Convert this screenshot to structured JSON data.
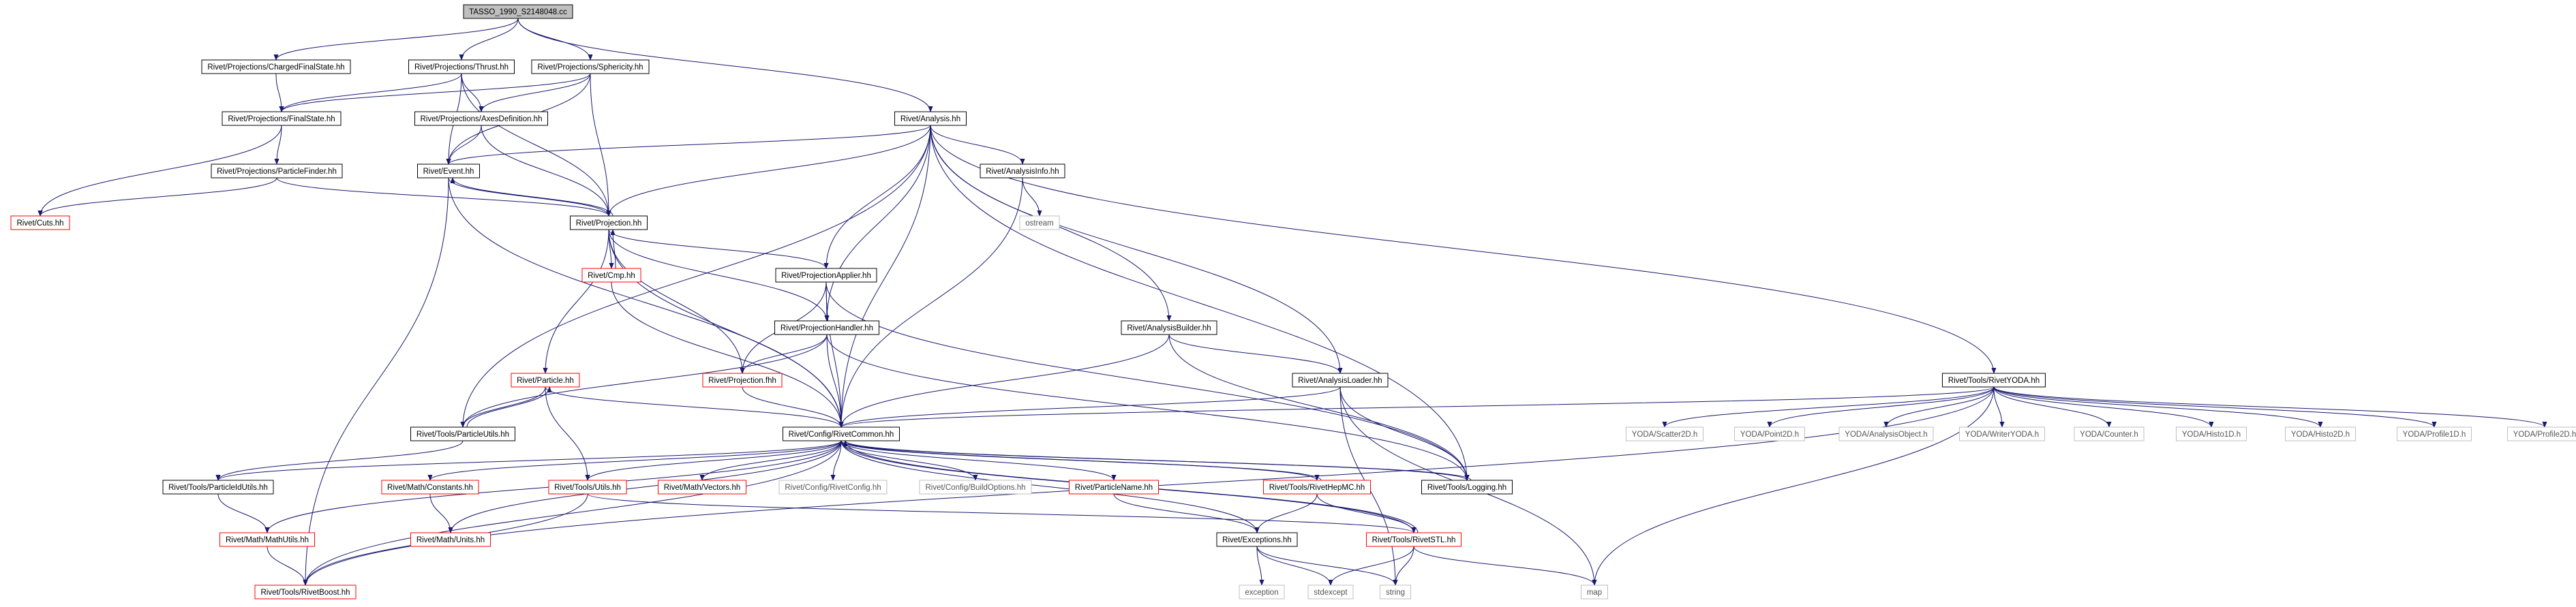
{
  "diagram": {
    "title": "TASSO_1990_S2148048.cc",
    "colors": {
      "edge": "#191970",
      "root_fill": "#bfbfbf",
      "node_border": "#000000",
      "incomplete_border": "#ff0000",
      "system_border": "#bfbfbf",
      "text": "#000000",
      "system_text": "#555555"
    },
    "nodes": [
      {
        "id": "root",
        "label": "TASSO_1990_S2148048.cc",
        "style": "root"
      },
      {
        "id": "cfs",
        "label": "Rivet/Projections/ChargedFinalState.hh",
        "style": "normal"
      },
      {
        "id": "thrust",
        "label": "Rivet/Projections/Thrust.hh",
        "style": "normal"
      },
      {
        "id": "sph",
        "label": "Rivet/Projections/Sphericity.hh",
        "style": "normal"
      },
      {
        "id": "analysis",
        "label": "Rivet/Analysis.hh",
        "style": "normal"
      },
      {
        "id": "fs",
        "label": "Rivet/Projections/FinalState.hh",
        "style": "normal"
      },
      {
        "id": "axes",
        "label": "Rivet/Projections/AxesDefinition.hh",
        "style": "normal"
      },
      {
        "id": "pf",
        "label": "Rivet/Projections/ParticleFinder.hh",
        "style": "normal"
      },
      {
        "id": "event",
        "label": "Rivet/Event.hh",
        "style": "normal"
      },
      {
        "id": "ainfo",
        "label": "Rivet/AnalysisInfo.hh",
        "style": "normal"
      },
      {
        "id": "ostream",
        "label": "ostream",
        "style": "system"
      },
      {
        "id": "cuts",
        "label": "Rivet/Cuts.hh",
        "style": "incomplete"
      },
      {
        "id": "proj",
        "label": "Rivet/Projection.hh",
        "style": "normal"
      },
      {
        "id": "cmp",
        "label": "Rivet/Cmp.hh",
        "style": "incomplete"
      },
      {
        "id": "papp",
        "label": "Rivet/ProjectionApplier.hh",
        "style": "normal"
      },
      {
        "id": "abuild",
        "label": "Rivet/AnalysisBuilder.hh",
        "style": "normal"
      },
      {
        "id": "ryoda",
        "label": "Rivet/Tools/RivetYODA.hh",
        "style": "normal"
      },
      {
        "id": "phand",
        "label": "Rivet/ProjectionHandler.hh",
        "style": "normal"
      },
      {
        "id": "particle",
        "label": "Rivet/Particle.hh",
        "style": "incomplete"
      },
      {
        "id": "pfhh",
        "label": "Rivet/Projection.fhh",
        "style": "incomplete"
      },
      {
        "id": "aloader",
        "label": "Rivet/AnalysisLoader.hh",
        "style": "normal"
      },
      {
        "id": "putils",
        "label": "Rivet/Tools/ParticleUtils.hh",
        "style": "normal"
      },
      {
        "id": "rcommon",
        "label": "Rivet/Config/RivetCommon.hh",
        "style": "normal"
      },
      {
        "id": "scatter2d",
        "label": "YODA/Scatter2D.h",
        "style": "system"
      },
      {
        "id": "point2d",
        "label": "YODA/Point2D.h",
        "style": "system"
      },
      {
        "id": "aobj",
        "label": "YODA/AnalysisObject.h",
        "style": "system"
      },
      {
        "id": "wyoda",
        "label": "YODA/WriterYODA.h",
        "style": "system"
      },
      {
        "id": "counter",
        "label": "YODA/Counter.h",
        "style": "system"
      },
      {
        "id": "histo1d",
        "label": "YODA/Histo1D.h",
        "style": "system"
      },
      {
        "id": "histo2d",
        "label": "YODA/Histo2D.h",
        "style": "system"
      },
      {
        "id": "prof1d",
        "label": "YODA/Profile1D.h",
        "style": "system"
      },
      {
        "id": "prof2d",
        "label": "YODA/Profile2D.h",
        "style": "system"
      },
      {
        "id": "pidutils",
        "label": "Rivet/Tools/ParticleIdUtils.hh",
        "style": "normal"
      },
      {
        "id": "mconst",
        "label": "Rivet/Math/Constants.hh",
        "style": "incomplete"
      },
      {
        "id": "tutils",
        "label": "Rivet/Tools/Utils.hh",
        "style": "incomplete"
      },
      {
        "id": "mvec",
        "label": "Rivet/Math/Vectors.hh",
        "style": "incomplete"
      },
      {
        "id": "rconfig",
        "label": "Rivet/Config/RivetConfig.hh",
        "style": "system"
      },
      {
        "id": "bopts",
        "label": "Rivet/Config/BuildOptions.hh",
        "style": "system"
      },
      {
        "id": "pname",
        "label": "Rivet/ParticleName.hh",
        "style": "incomplete"
      },
      {
        "id": "hepmc",
        "label": "Rivet/Tools/RivetHepMC.hh",
        "style": "incomplete"
      },
      {
        "id": "logging",
        "label": "Rivet/Tools/Logging.hh",
        "style": "normal"
      },
      {
        "id": "mutils",
        "label": "Rivet/Math/MathUtils.hh",
        "style": "incomplete"
      },
      {
        "id": "munits",
        "label": "Rivet/Math/Units.hh",
        "style": "incomplete"
      },
      {
        "id": "except",
        "label": "Rivet/Exceptions.hh",
        "style": "normal"
      },
      {
        "id": "rstl",
        "label": "Rivet/Tools/RivetSTL.hh",
        "style": "incomplete"
      },
      {
        "id": "map",
        "label": "map",
        "style": "system"
      },
      {
        "id": "boost",
        "label": "Rivet/Tools/RivetBoost.hh",
        "style": "incomplete"
      },
      {
        "id": "exception",
        "label": "exception",
        "style": "system"
      },
      {
        "id": "stdexcept",
        "label": "stdexcept",
        "style": "system"
      },
      {
        "id": "string",
        "label": "string",
        "style": "system"
      }
    ],
    "edges": [
      [
        "root",
        "cfs"
      ],
      [
        "root",
        "thrust"
      ],
      [
        "root",
        "sph"
      ],
      [
        "root",
        "analysis"
      ],
      [
        "cfs",
        "fs"
      ],
      [
        "thrust",
        "fs"
      ],
      [
        "thrust",
        "axes"
      ],
      [
        "thrust",
        "event"
      ],
      [
        "thrust",
        "proj"
      ],
      [
        "sph",
        "fs"
      ],
      [
        "sph",
        "axes"
      ],
      [
        "sph",
        "event"
      ],
      [
        "sph",
        "proj"
      ],
      [
        "analysis",
        "event"
      ],
      [
        "analysis",
        "proj"
      ],
      [
        "analysis",
        "ainfo"
      ],
      [
        "analysis",
        "papp"
      ],
      [
        "analysis",
        "abuild"
      ],
      [
        "analysis",
        "phand"
      ],
      [
        "analysis",
        "aloader"
      ],
      [
        "analysis",
        "putils"
      ],
      [
        "analysis",
        "rcommon"
      ],
      [
        "analysis",
        "ryoda"
      ],
      [
        "analysis",
        "logging"
      ],
      [
        "fs",
        "pf"
      ],
      [
        "fs",
        "cuts"
      ],
      [
        "pf",
        "proj"
      ],
      [
        "pf",
        "cuts"
      ],
      [
        "axes",
        "proj"
      ],
      [
        "axes",
        "event"
      ],
      [
        "event",
        "proj"
      ],
      [
        "event",
        "rcommon"
      ],
      [
        "event",
        "boost"
      ],
      [
        "proj",
        "event"
      ],
      [
        "proj",
        "cmp"
      ],
      [
        "proj",
        "particle"
      ],
      [
        "proj",
        "papp"
      ],
      [
        "proj",
        "phand"
      ],
      [
        "proj",
        "pfhh"
      ],
      [
        "proj",
        "rcommon"
      ],
      [
        "cmp",
        "proj"
      ],
      [
        "cmp",
        "rcommon"
      ],
      [
        "ainfo",
        "ostream"
      ],
      [
        "ainfo",
        "rcommon"
      ],
      [
        "papp",
        "phand"
      ],
      [
        "papp",
        "pfhh"
      ],
      [
        "papp",
        "rcommon"
      ],
      [
        "papp",
        "logging"
      ],
      [
        "phand",
        "pfhh"
      ],
      [
        "phand",
        "rcommon"
      ],
      [
        "phand",
        "logging"
      ],
      [
        "phand",
        "putils"
      ],
      [
        "pfhh",
        "rcommon"
      ],
      [
        "particle",
        "putils"
      ],
      [
        "particle",
        "rcommon"
      ],
      [
        "particle",
        "tutils"
      ],
      [
        "putils",
        "particle"
      ],
      [
        "putils",
        "pidutils"
      ],
      [
        "abuild",
        "aloader"
      ],
      [
        "abuild",
        "rcommon"
      ],
      [
        "abuild",
        "logging"
      ],
      [
        "aloader",
        "rcommon"
      ],
      [
        "aloader",
        "logging"
      ],
      [
        "aloader",
        "string"
      ],
      [
        "aloader",
        "map"
      ],
      [
        "ryoda",
        "rcommon"
      ],
      [
        "ryoda",
        "scatter2d"
      ],
      [
        "ryoda",
        "point2d"
      ],
      [
        "ryoda",
        "aobj"
      ],
      [
        "ryoda",
        "wyoda"
      ],
      [
        "ryoda",
        "counter"
      ],
      [
        "ryoda",
        "histo1d"
      ],
      [
        "ryoda",
        "histo2d"
      ],
      [
        "ryoda",
        "prof1d"
      ],
      [
        "ryoda",
        "prof2d"
      ],
      [
        "ryoda",
        "boost"
      ],
      [
        "ryoda",
        "map"
      ],
      [
        "rcommon",
        "pidutils"
      ],
      [
        "rcommon",
        "mconst"
      ],
      [
        "rcommon",
        "tutils"
      ],
      [
        "rcommon",
        "mvec"
      ],
      [
        "rcommon",
        "rconfig"
      ],
      [
        "rcommon",
        "bopts"
      ],
      [
        "rcommon",
        "pname"
      ],
      [
        "rcommon",
        "hepmc"
      ],
      [
        "rcommon",
        "logging"
      ],
      [
        "rcommon",
        "except"
      ],
      [
        "rcommon",
        "rstl"
      ],
      [
        "rcommon",
        "mutils"
      ],
      [
        "rcommon",
        "munits"
      ],
      [
        "rcommon",
        "boost"
      ],
      [
        "logging",
        "rcommon"
      ],
      [
        "hepmc",
        "rcommon"
      ],
      [
        "rstl",
        "rcommon"
      ],
      [
        "pidutils",
        "mutils"
      ],
      [
        "mconst",
        "munits"
      ],
      [
        "tutils",
        "boost"
      ],
      [
        "tutils",
        "rstl"
      ],
      [
        "mutils",
        "boost"
      ],
      [
        "pname",
        "except"
      ],
      [
        "hepmc",
        "except"
      ],
      [
        "hepmc",
        "rstl"
      ],
      [
        "except",
        "exception"
      ],
      [
        "except",
        "stdexcept"
      ],
      [
        "except",
        "string"
      ],
      [
        "rstl",
        "stdexcept"
      ],
      [
        "rstl",
        "string"
      ],
      [
        "rstl",
        "map"
      ]
    ]
  }
}
